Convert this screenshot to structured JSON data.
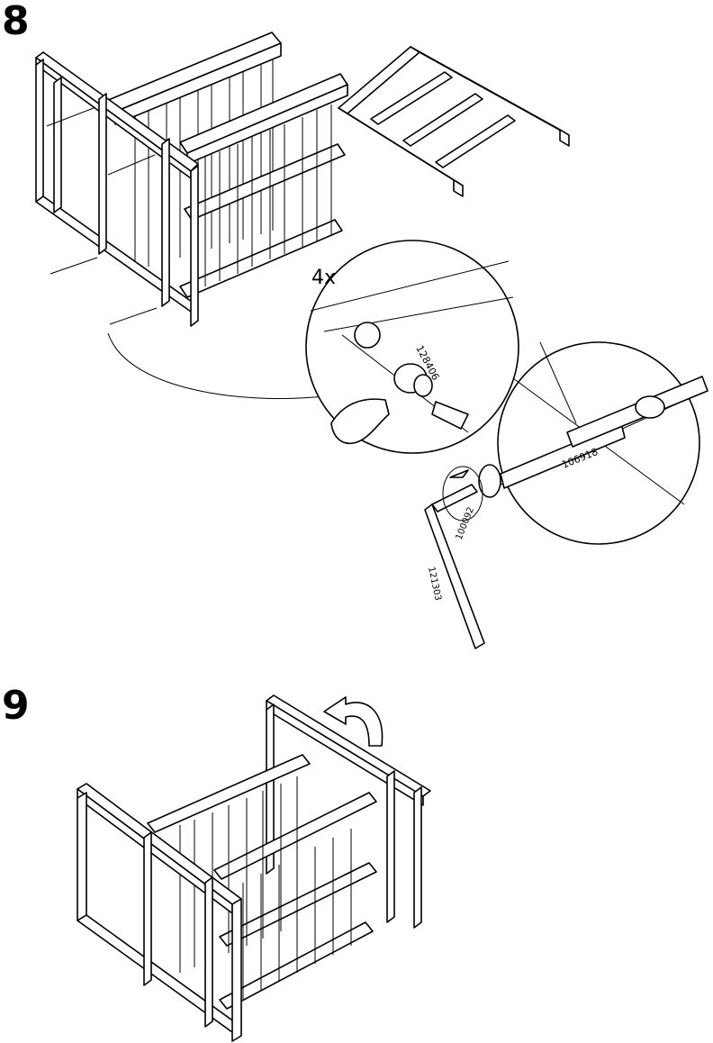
{
  "steps": [
    {
      "number": "8"
    },
    {
      "number": "9"
    }
  ],
  "detail": {
    "quantity": "4x",
    "part_cam_lock": "128406",
    "part_bolt": "106918",
    "part_allen_key_tip": "100092",
    "part_allen_key": "121303"
  }
}
